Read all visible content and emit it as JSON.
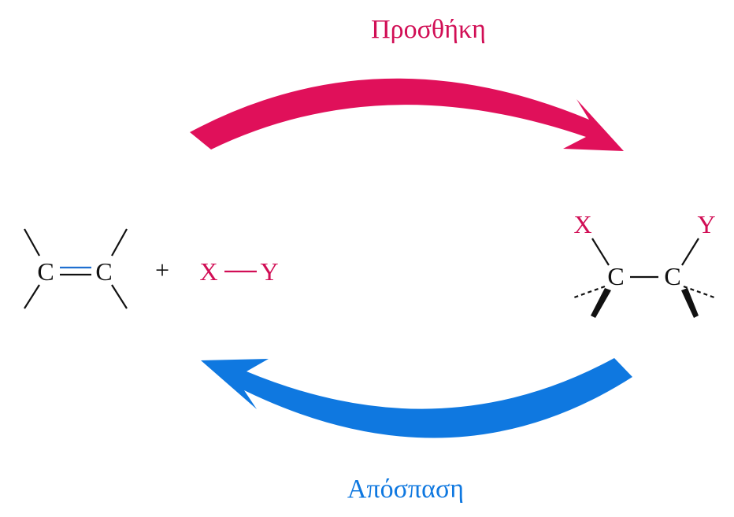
{
  "reaction": {
    "forward_label": "Προσθήκη",
    "reverse_label": "Απόσπαση"
  },
  "reactant": {
    "alkene_atom_left": "C",
    "alkene_atom_right": "C",
    "plus_sign": "+",
    "reagent_atom_x": "X",
    "reagent_atom_y": "Y"
  },
  "product": {
    "atom_x": "X",
    "atom_y": "Y",
    "carbon_left": "C",
    "carbon_right": "C"
  },
  "colors": {
    "addition": "#e0105a",
    "elimination": "#0f78e0",
    "reagent_text": "#d10e55",
    "double_bond_accent": "#1f6fd0",
    "structure": "#111111"
  }
}
